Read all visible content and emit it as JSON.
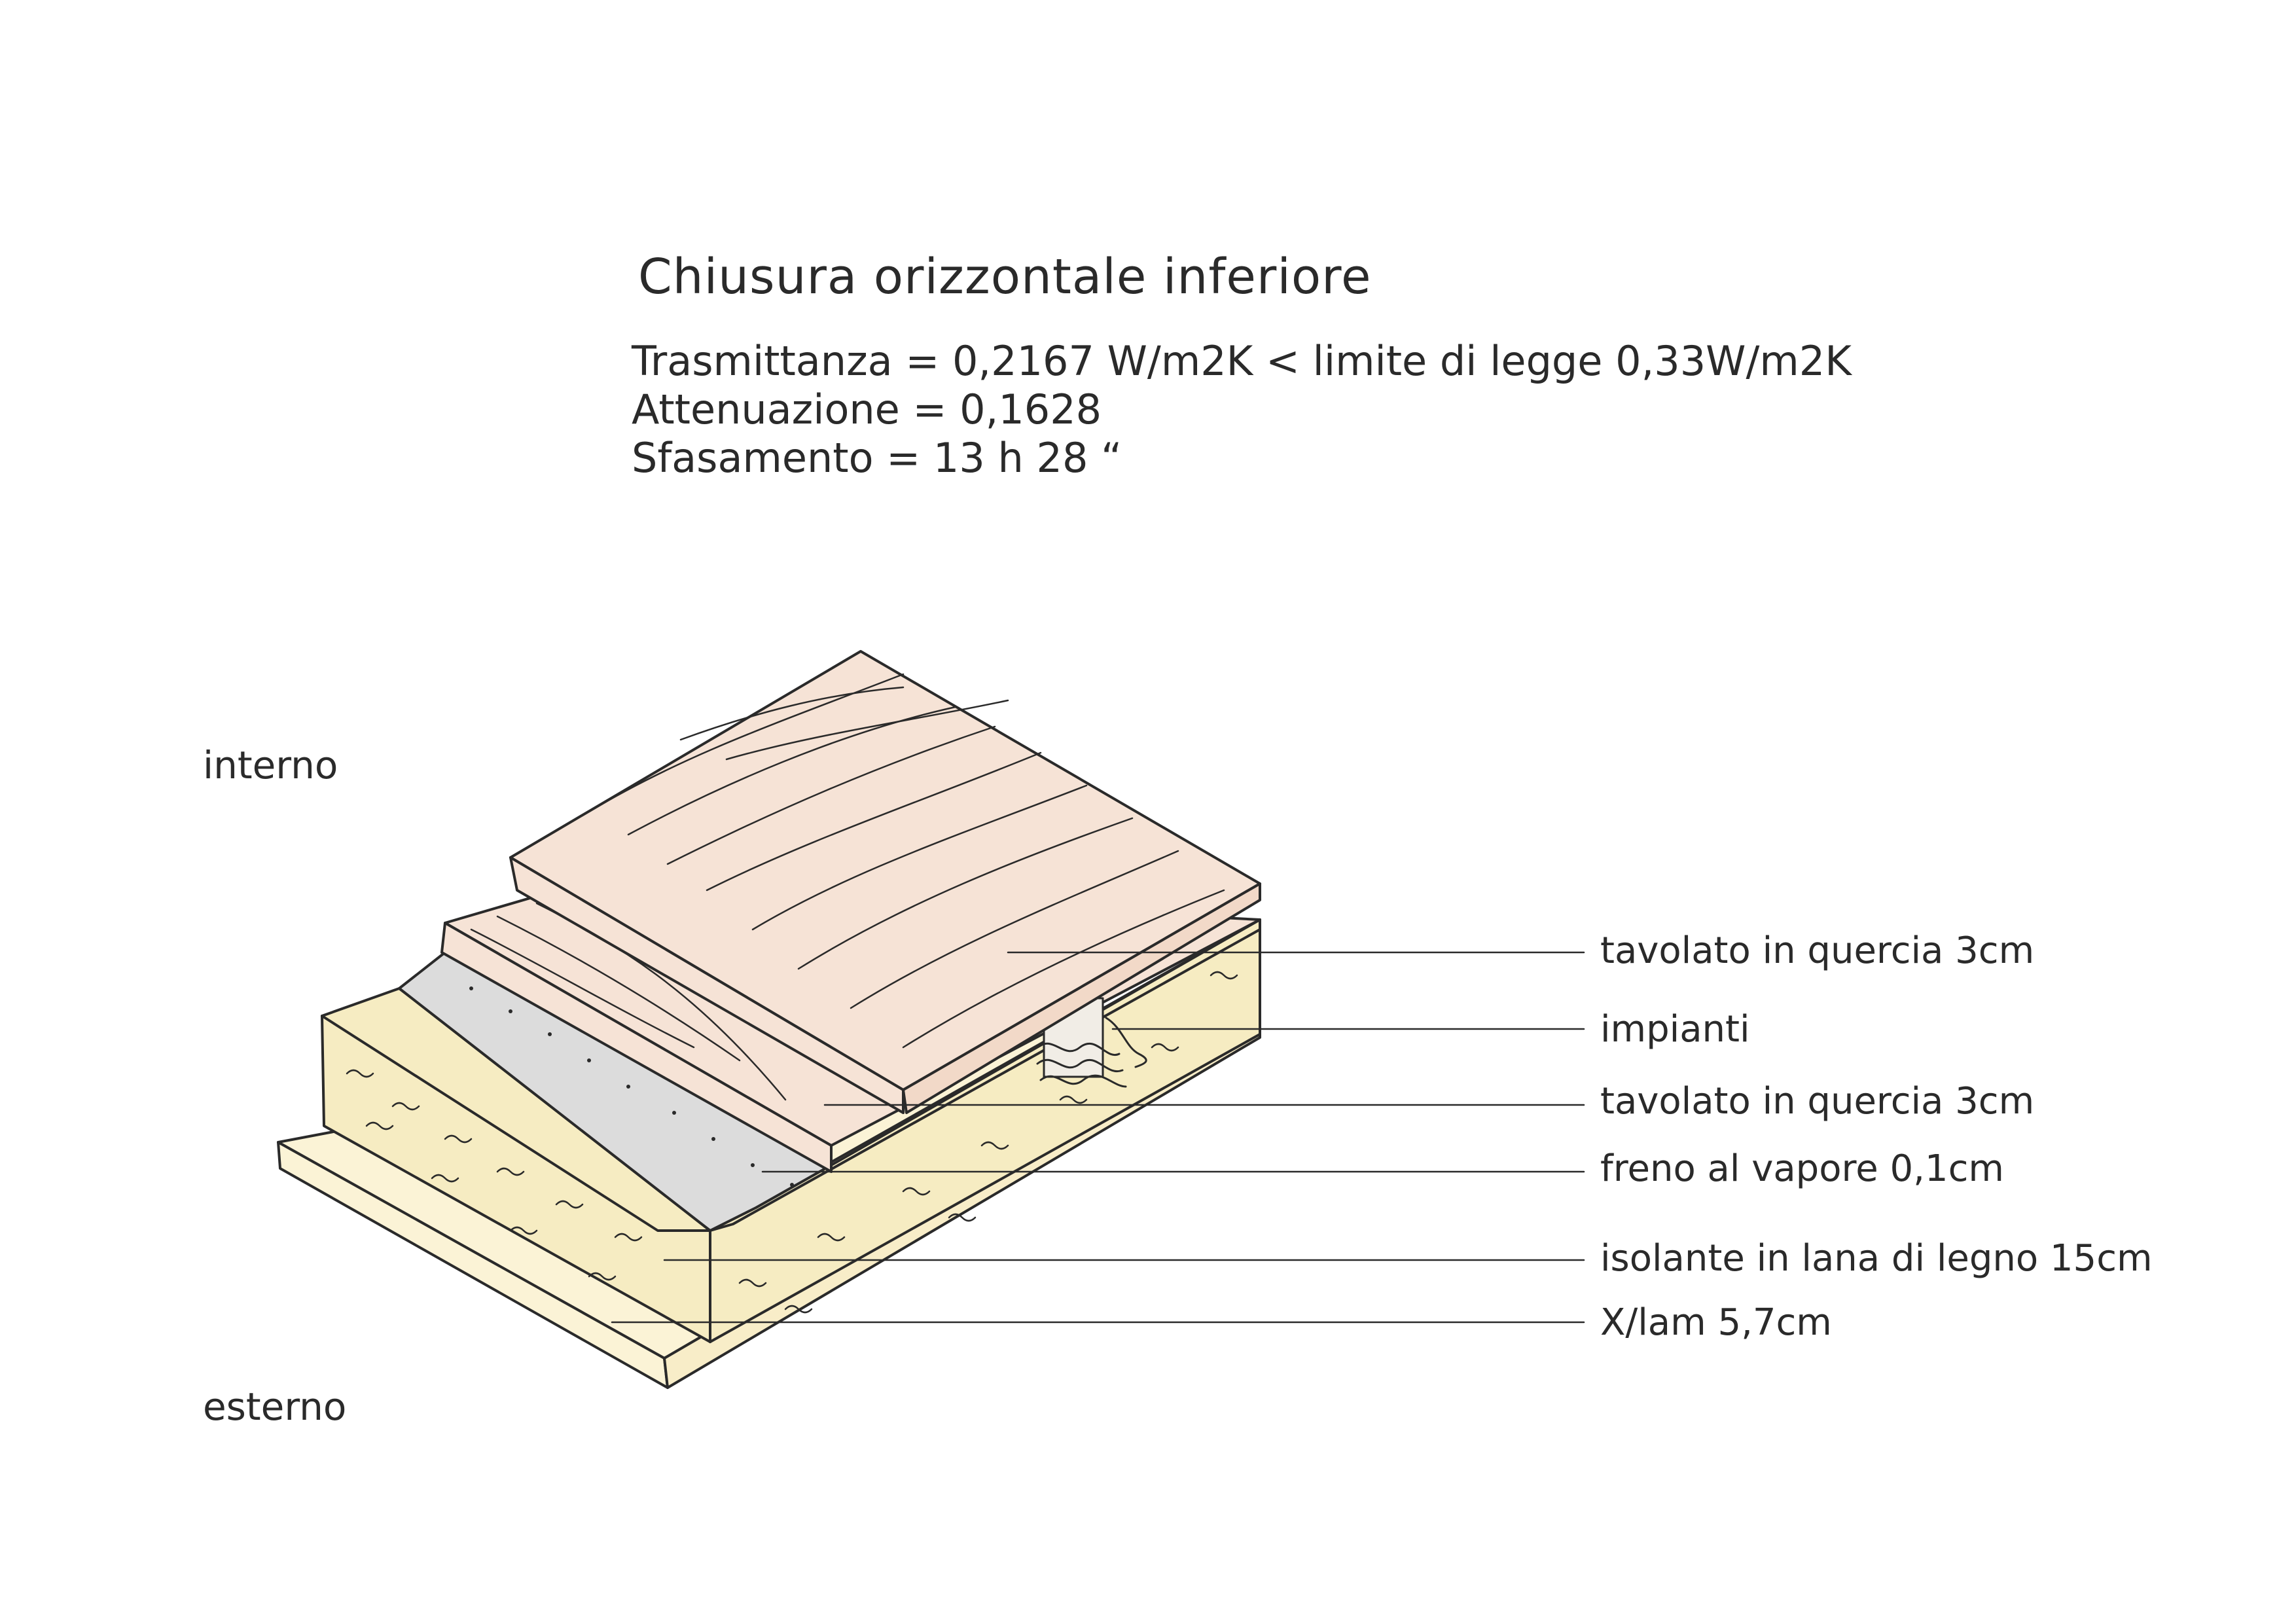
{
  "title": "Chiusura orizzontale inferiore",
  "properties": {
    "trasmittanza": "Trasmittanza = 0,2167 W/m2K < limite di legge 0,33W/m2K",
    "attenuazione": "Attenuazione = 0,1628",
    "sfasamento": "Sfasamento = 13 h 28 “"
  },
  "sides": {
    "interno": "interno",
    "esterno": "esterno"
  },
  "layers": [
    {
      "label": "tavolato in quercia 3cm"
    },
    {
      "label": "impianti"
    },
    {
      "label": "tavolato in quercia 3cm"
    },
    {
      "label": "freno al vapore 0,1cm"
    },
    {
      "label": "isolante in lana di legno 15cm"
    },
    {
      "label": "X/lam 5,7cm"
    }
  ],
  "colors": {
    "oak_board": "#f6e3d6",
    "insulation": "#f6ecc2",
    "xlam": "#fbf3d6",
    "vapour_barrier": "#dcdcdc",
    "ink": "#2a2a2a"
  }
}
